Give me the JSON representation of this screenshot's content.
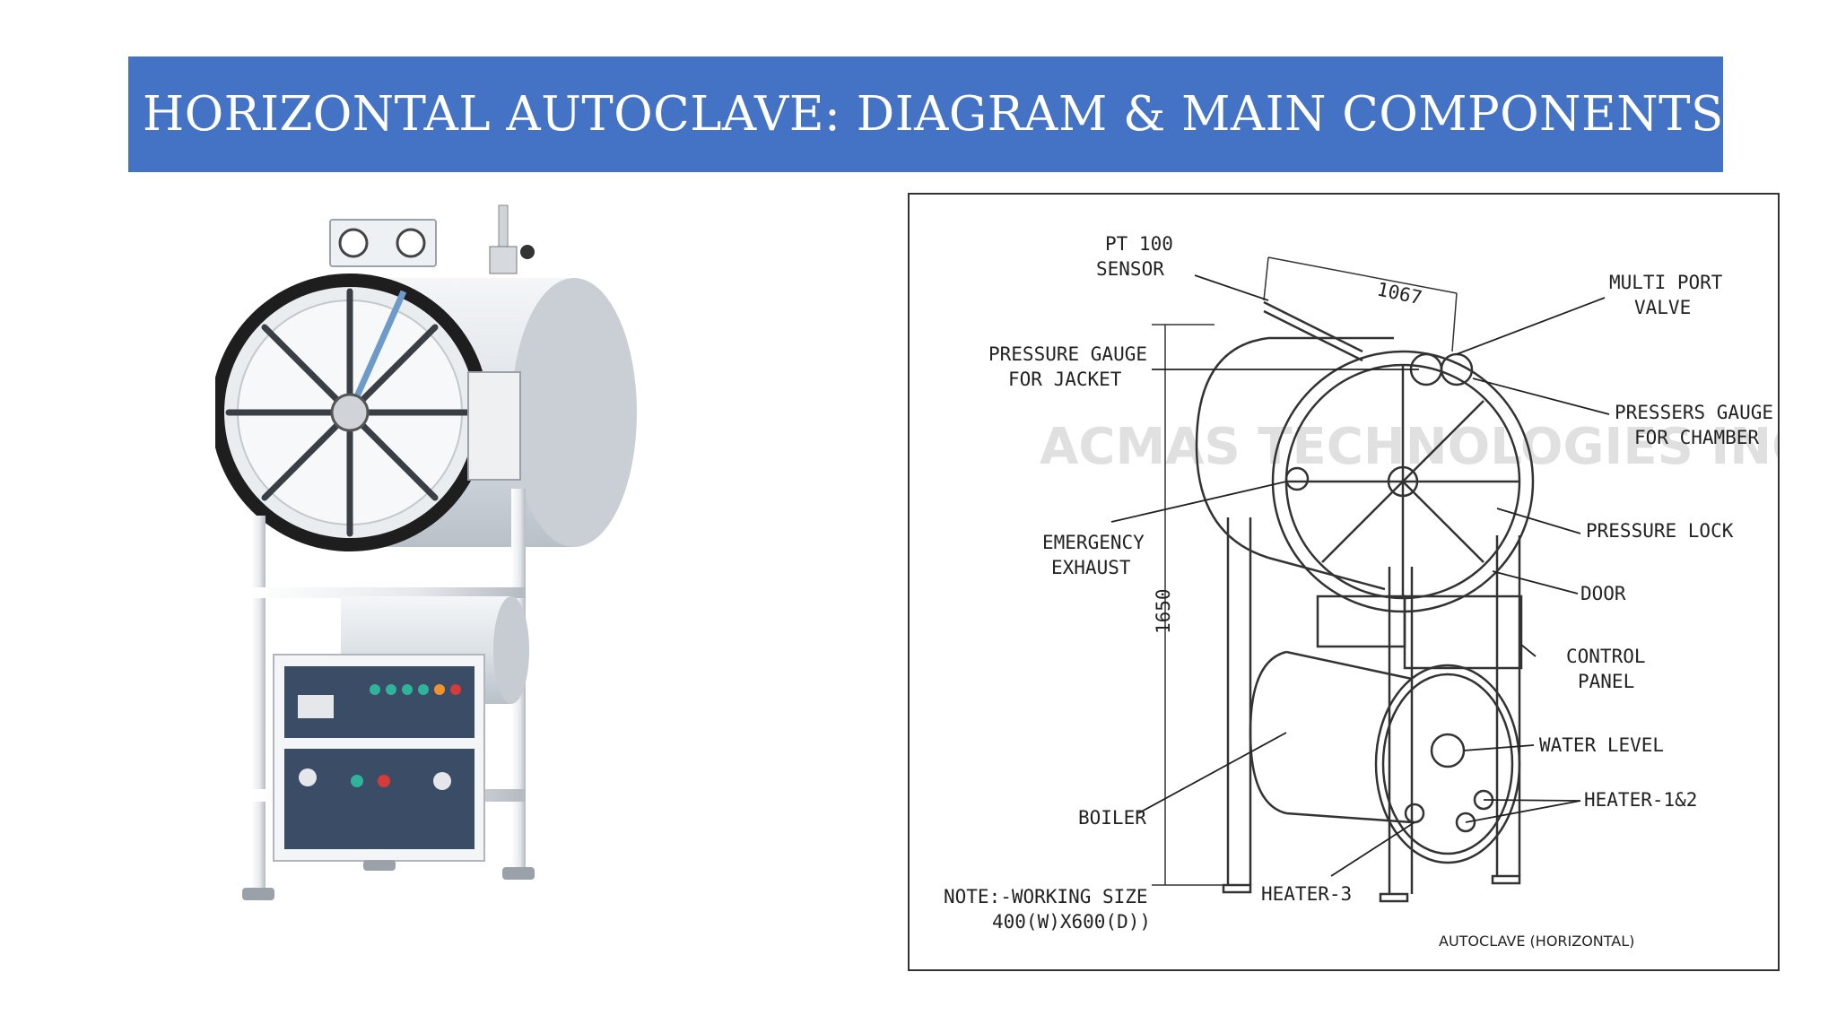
{
  "slide": {
    "title": "HORIZONTAL AUTOCLAVE: DIAGRAM & MAIN COMPONENTS"
  },
  "diagram": {
    "watermark": "ACMAS TECHNOLOGIES INC",
    "dimensions": {
      "length": "1067",
      "height": "1650"
    },
    "labels": {
      "pt100": [
        "PT 100",
        "SENSOR"
      ],
      "multiport": [
        "MULTI PORT",
        "VALVE"
      ],
      "gauge_jacket": [
        "PRESSURE GAUGE",
        "FOR JACKET"
      ],
      "gauge_chamber": [
        "PRESSERS GAUGE",
        "FOR CHAMBER"
      ],
      "pressure_lock": "PRESSURE LOCK",
      "emergency": [
        "EMERGENCY",
        "EXHAUST"
      ],
      "door": "DOOR",
      "control_panel": [
        "CONTROL",
        "PANEL"
      ],
      "water_level": "WATER LEVEL",
      "heater12": "HEATER-1&2",
      "boiler": "BOILER",
      "heater3": "HEATER-3",
      "note": [
        "NOTE:-WORKING SIZE",
        "400(W)X600(D))"
      ],
      "caption": "AUTOCLAVE (HORIZONTAL)"
    }
  },
  "colors": {
    "title_bg": "#4472c4",
    "title_fg": "#ffffff"
  }
}
